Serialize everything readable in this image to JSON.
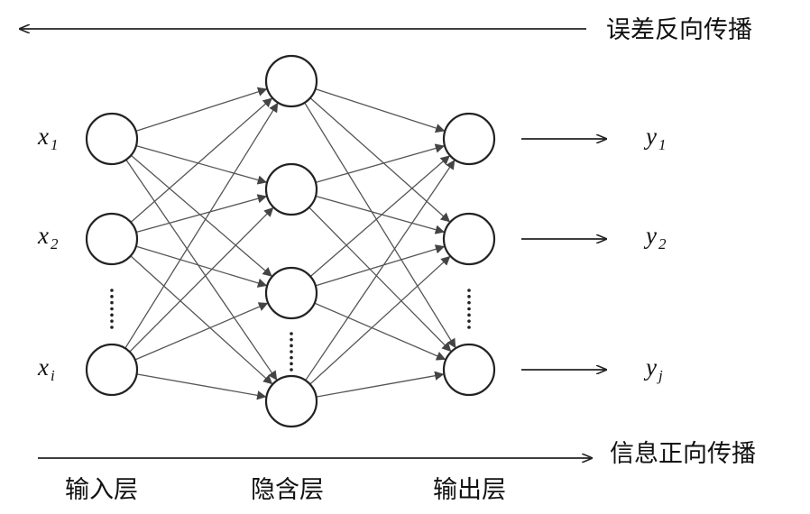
{
  "backprop_label": "误差反向传播",
  "forward_label": "信息正向传播",
  "layers": {
    "input": "输入层",
    "hidden": "隐含层",
    "output": "输出层"
  },
  "inputs": [
    {
      "var": "x",
      "sub": "1"
    },
    {
      "var": "x",
      "sub": "2"
    },
    {
      "var": "x",
      "sub": "i"
    }
  ],
  "outputs": [
    {
      "var": "y",
      "sub": "1"
    },
    {
      "var": "y",
      "sub": "2"
    },
    {
      "var": "y",
      "sub": "j"
    }
  ],
  "colors": {
    "stroke": "#222222",
    "edge": "#555555"
  }
}
